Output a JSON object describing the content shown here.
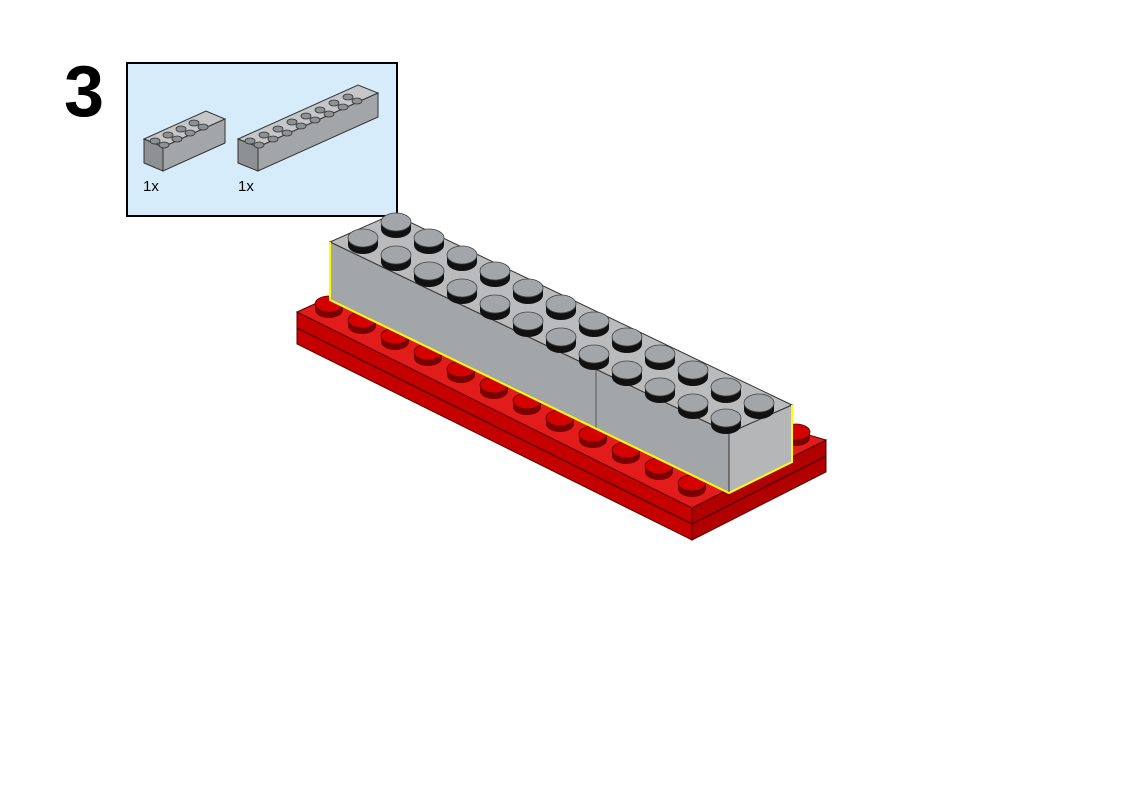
{
  "step": {
    "number": "3"
  },
  "parts_list": [
    {
      "icon": "brick-2x4-icon",
      "color": "#a3a6a9",
      "quantity": "1x"
    },
    {
      "icon": "brick-2x8-icon",
      "color": "#a3a6a9",
      "quantity": "1x"
    }
  ],
  "model": {
    "plate_color": "#d40000",
    "brick_color": "#a3a6a9",
    "highlight_color": "#ffff00"
  }
}
